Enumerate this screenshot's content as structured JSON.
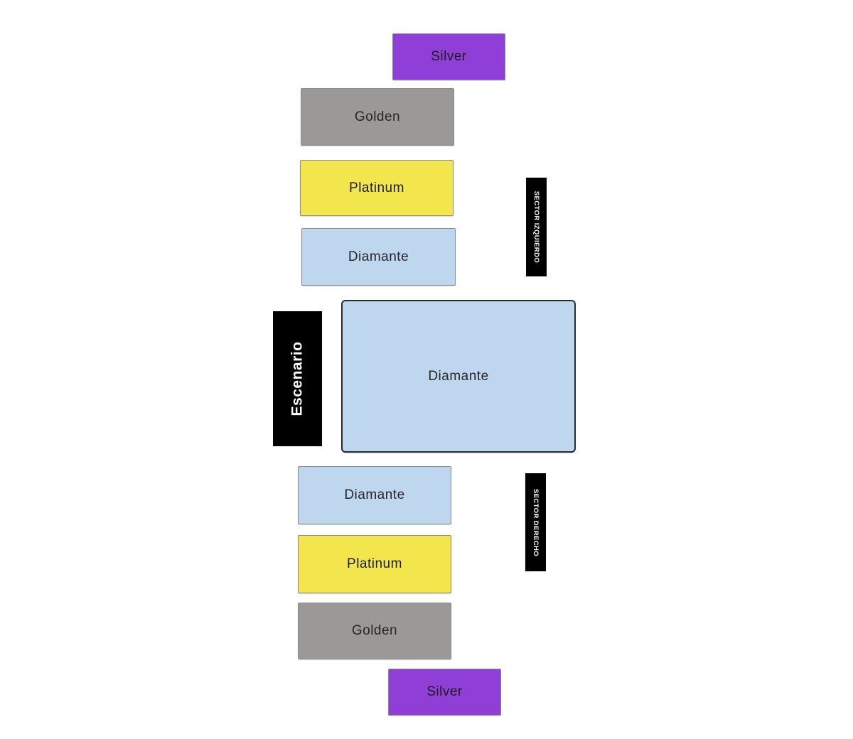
{
  "colors": {
    "silver": "#8f3fd6",
    "golden": "#9a9998",
    "platinum": "#f3e54c",
    "diamante": "#bed7ee",
    "label_bg": "#000000",
    "label_text": "#ffffff"
  },
  "stage": {
    "label": "Escenario"
  },
  "sectors": {
    "left": "SECTOR IZQUIERDO",
    "right": "SECTOR DERECHO"
  },
  "sections": {
    "silver_top": "Silver",
    "golden_top": "Golden",
    "platinum_top": "Platinum",
    "diamante_top": "Diamante",
    "diamante_center": "Diamante",
    "diamante_bottom": "Diamante",
    "platinum_bottom": "Platinum",
    "golden_bottom": "Golden",
    "silver_bottom": "Silver"
  }
}
